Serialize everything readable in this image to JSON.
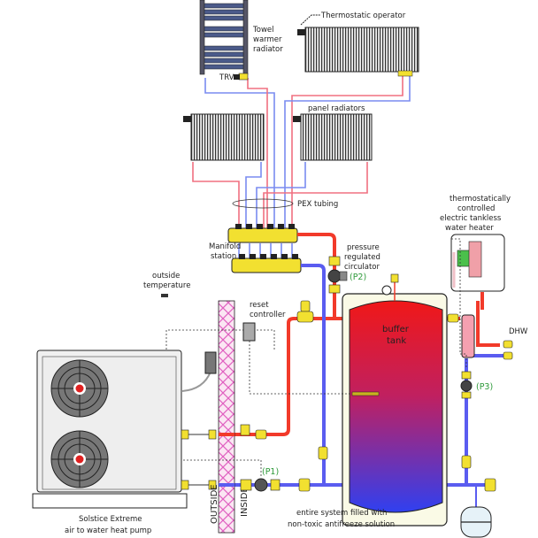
{
  "labels": {
    "towel_warmer": [
      "Towel",
      "warmer",
      "radiator"
    ],
    "trv": "TRV",
    "thermostatic_operator": "Thermostatic operator",
    "panel_radiators": "panel radiators",
    "pex_tubing": "PEX tubing",
    "manifold_station": [
      "Manifold",
      "station"
    ],
    "pressure_regulated_circulator": [
      "pressure",
      "regulated",
      "circulator"
    ],
    "p2": "(P2)",
    "p1": "(P1)",
    "p3": "(P3)",
    "outside_temperature": [
      "outside",
      "temperature"
    ],
    "reset_controller": [
      "reset",
      "controller"
    ],
    "buffer_tank": [
      "buffer",
      "tank"
    ],
    "tankless_heater": [
      "thermostatically",
      "controlled",
      "electric tankless",
      "water heater"
    ],
    "dhw": "DHW",
    "outside": "OUTSIDE",
    "inside": "INSIDE",
    "heat_pump": [
      "Solstice Extreme",
      "air to water heat pump"
    ],
    "antifreeze_note": [
      "entire system filled with",
      "non-toxic antifreeze solution"
    ]
  },
  "colors": {
    "supply_pipe": "#f23a2a",
    "return_pipe": "#5a5cf0",
    "fittings": "#f2e030",
    "label_green": "#2e9a3a",
    "insulation": "#e060c0"
  }
}
